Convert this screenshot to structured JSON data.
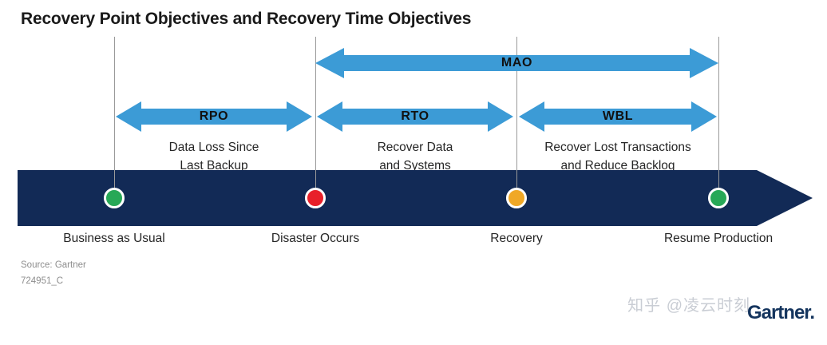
{
  "title": "Recovery Point Objectives and Recovery Time Objectives",
  "colors": {
    "arrow_blue": "#3c9bd6",
    "timeline_navy": "#122a56",
    "gridline": "#9a9a9a",
    "dot_green": "#27a857",
    "dot_red": "#e8202a",
    "dot_orange": "#f0a826",
    "dot_ring": "#ffffff",
    "caption_text": "#262626",
    "source_text": "#8d8d8d",
    "watermark": "#c9cdd4",
    "gartner_navy": "#15355e"
  },
  "spanning_arrow": {
    "label": "MAO",
    "icon": "double-headed-arrow-icon",
    "from_marker": "Disaster Occurs",
    "to_marker": "Resume Production"
  },
  "segments": [
    {
      "label": "RPO",
      "icon": "double-headed-arrow-icon",
      "caption_line1": "Data Loss Since",
      "caption_line2": "Last Backup",
      "from_marker": "Business as Usual",
      "to_marker": "Disaster Occurs"
    },
    {
      "label": "RTO",
      "icon": "double-headed-arrow-icon",
      "caption_line1": "Recover Data",
      "caption_line2": "and Systems",
      "from_marker": "Disaster Occurs",
      "to_marker": "Recovery"
    },
    {
      "label": "WBL",
      "icon": "double-headed-arrow-icon",
      "caption_line1": "Recover Lost Transactions",
      "caption_line2": "and Reduce Backlog",
      "from_marker": "Recovery",
      "to_marker": "Resume Production"
    }
  ],
  "timeline": {
    "icon": "right-arrow-timeline-icon",
    "markers": [
      {
        "label": "Business as Usual",
        "dot_color": "#27a857",
        "dot_name": "green"
      },
      {
        "label": "Disaster Occurs",
        "dot_color": "#e8202a",
        "dot_name": "red"
      },
      {
        "label": "Recovery",
        "dot_color": "#f0a826",
        "dot_name": "orange"
      },
      {
        "label": "Resume Production",
        "dot_color": "#27a857",
        "dot_name": "green"
      }
    ]
  },
  "footer": {
    "source": "Source: Gartner",
    "doc_id": "724951_C"
  },
  "watermark": {
    "text": "知乎 @凌云时刻"
  },
  "brand": {
    "name": "Gartner."
  }
}
